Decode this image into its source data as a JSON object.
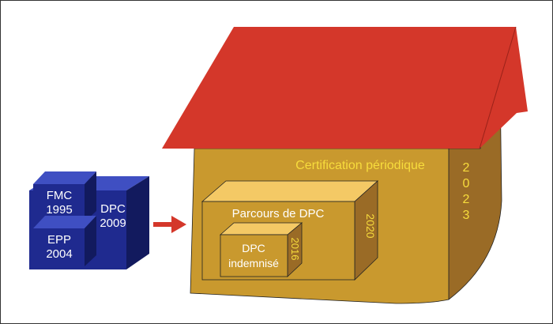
{
  "colors": {
    "roof": "#d4372a",
    "wall_front": "#c9992e",
    "wall_side": "#9a6b26",
    "box_front": "#c9992e",
    "box_top": "#f4c965",
    "box_side": "#9a6b26",
    "blue_front": "#1f2a8f",
    "blue_top": "#3f4fc2",
    "blue_side": "#121a5e",
    "arrow": "#d4372a",
    "yellow_text": "#f7dc3c",
    "white_text": "#ffffff",
    "black_text": "#111111"
  },
  "left_block": {
    "fmc": {
      "name": "FMC",
      "year": "1995"
    },
    "epp": {
      "name": "EPP",
      "year": "2004"
    },
    "dpc": {
      "name": "DPC",
      "year": "2009"
    }
  },
  "house": {
    "certification_label": "Certification périodique",
    "certification_year_digits": [
      "2",
      "0",
      "2",
      "3"
    ]
  },
  "parcours_box": {
    "label": "Parcours de DPC",
    "year": "2020"
  },
  "indemnise_box": {
    "line1": "DPC",
    "line2": "indemnisé",
    "year": "2016"
  }
}
